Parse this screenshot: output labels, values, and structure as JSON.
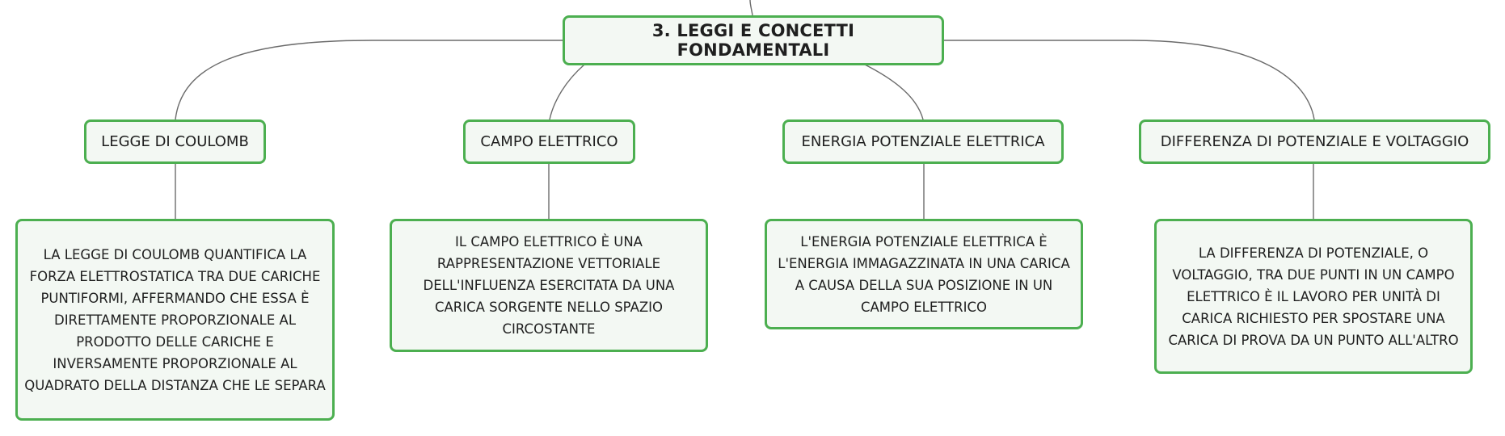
{
  "root": {
    "label": "3. LEGGI E CONCETTI FONDAMENTALI"
  },
  "topics": [
    {
      "label": "LEGGE DI COULOMB",
      "description": "LA LEGGE DI COULOMB QUANTIFICA LA FORZA ELETTROSTATICA TRA DUE CARICHE PUNTIFORMI, AFFERMANDO CHE ESSA È DIRETTAMENTE PROPORZIONALE AL PRODOTTO DELLE CARICHE E INVERSAMENTE PROPORZIONALE AL QUADRATO DELLA DISTANZA CHE LE SEPARA"
    },
    {
      "label": "CAMPO ELETTRICO",
      "description": "IL CAMPO ELETTRICO È UNA RAPPRESENTAZIONE VETTORIALE DELL'INFLUENZA ESERCITATA DA UNA CARICA SORGENTE NELLO SPAZIO CIRCOSTANTE"
    },
    {
      "label": "ENERGIA POTENZIALE ELETTRICA",
      "description": "L'ENERGIA POTENZIALE ELETTRICA È L'ENERGIA IMMAGAZZINATA IN UNA CARICA A CAUSA DELLA SUA POSIZIONE IN UN CAMPO ELETTRICO"
    },
    {
      "label": "DIFFERENZA DI POTENZIALE E VOLTAGGIO",
      "description": "LA DIFFERENZA DI POTENZIALE, O VOLTAGGIO, TRA DUE PUNTI IN UN CAMPO ELETTRICO È IL LAVORO PER UNITÀ DI CARICA RICHIESTO PER SPOSTARE UNA CARICA DI PROVA DA UN PUNTO ALL'ALTRO"
    }
  ],
  "colors": {
    "node_border": "#4caf50",
    "node_fill": "#f3f8f3",
    "connector": "#6b6b6b"
  }
}
